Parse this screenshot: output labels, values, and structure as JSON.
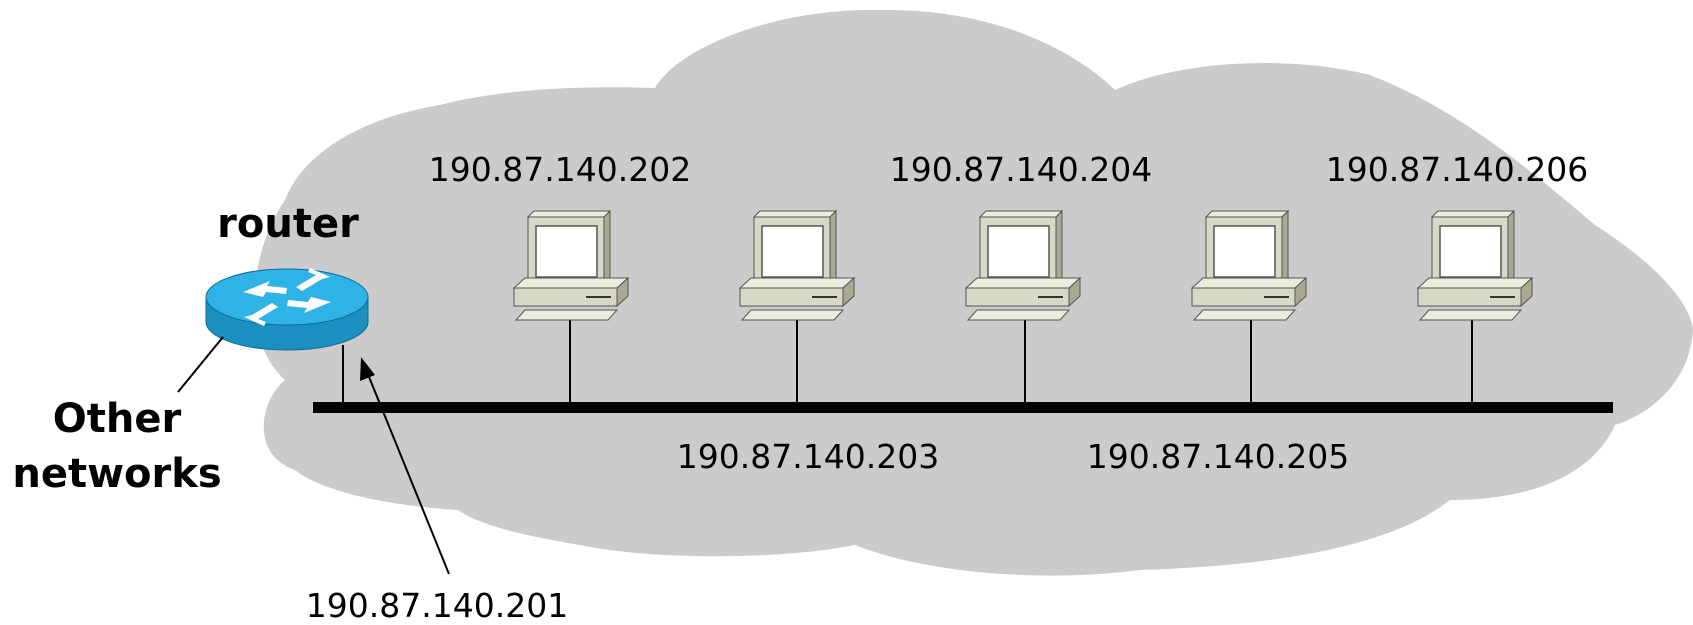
{
  "router": {
    "label": "router",
    "ip": "190.87.140.201"
  },
  "other_networks": {
    "line1": "Other",
    "line2": "networks"
  },
  "hosts": [
    {
      "ip": "190.87.140.202"
    },
    {
      "ip": "190.87.140.203"
    },
    {
      "ip": "190.87.140.204"
    },
    {
      "ip": "190.87.140.205"
    },
    {
      "ip": "190.87.140.206"
    }
  ],
  "colors": {
    "cloud": "#cbcbcb",
    "router_top": "#2fb2e6",
    "router_side": "#1b8fc0",
    "bus": "#000000",
    "computer_body": "#d8d8c6",
    "computer_shadow": "#a9a993"
  }
}
